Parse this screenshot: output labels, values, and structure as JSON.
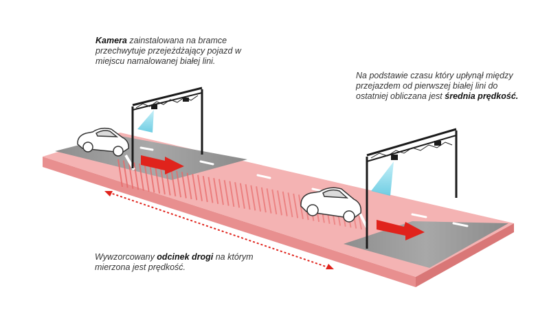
{
  "captions": {
    "camera": {
      "bold": "Kamera",
      "text": " zainstalowana na bramce przechwytuje przejeżdżający pojazd w miejscu namalowanej białej lini."
    },
    "average_speed": {
      "text": "Na podstawie czasu który upłynął między przejazdem od pierwszej białej lini do ostatniej obliczana jest ",
      "bold": "średnia prędkość."
    },
    "section": {
      "text_before": "Wywzorcowany ",
      "bold": "odcinek drogi",
      "text_after": " na którym mierzona jest prędkość."
    }
  },
  "colors": {
    "road_pink": "#f4b3b3",
    "road_side": "#e88f8f",
    "asphalt": "#9a9a9a",
    "stripe_red": "#e86a6a",
    "arrow_red": "#e0231c",
    "camera_beam": "#7fd7ea",
    "gantry": "#1a1a1a"
  },
  "icons": [
    "car-icon",
    "camera-icon",
    "direction-arrow-icon",
    "gantry-icon"
  ]
}
